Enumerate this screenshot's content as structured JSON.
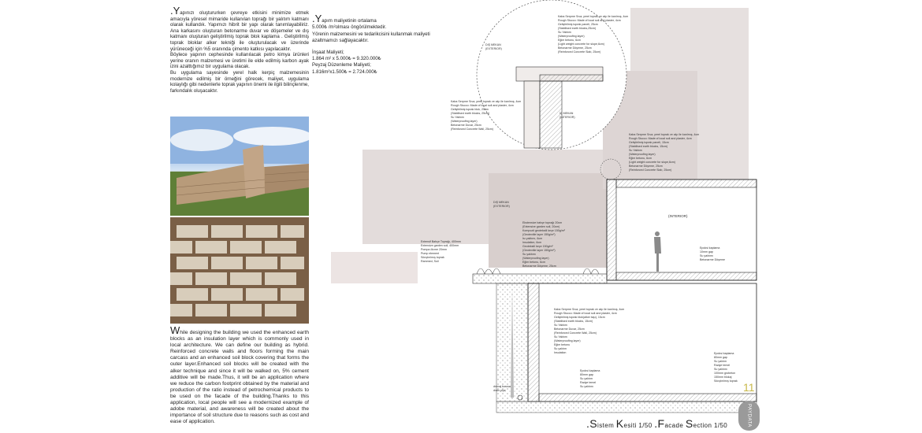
{
  "left": {
    "intro_cap": ".Y",
    "intro_body": "apınızı oluştururken çevreye etkisini minimize etmek amacıyla yöresel mimaride kullanılan toprağı bir yalıtım katmanı olarak kullandık. Yapımızı hibrit bir yapı olarak tanımlayabiliriz. Ana karkasını oluşturan betonarme duvar ve döşemeler ve dış katmanı oluşturan geliştirilmiş toprak blok kaplama . Geliştirilmiş toprak bloklar alker tekniği ile oluşturulacak ve üzerinde yürüneceği için %5 oranında çimento katkısı yapılacaktır.",
    "para2": "Böylece yapının cephesinde kullanılacak petro kimya ürünleri yerine oranın malzemesi ve üretimi ile elde edilmiş karbon ayak izini azalttığımız bir uygulama olacak.",
    "para3": "Bu uygulama sayesinde yerel halk kerpiç malzemesinin modernize edilmiş bir örneğini görecek, maliyet, uygulama kolaylığı gibi nedenlerle toprak yapının önemi ile ilgili bilinçlenme, farkındalık oluşacaktır.",
    "en_cap": "W",
    "en_body": "hile designing the building we used the enhanced earth blocks as an insulation layer which is commonly used in local architecture. We can define our building as hybrid. Reinforced concrete walls and floors forming the main carcass and an enhanced soil block covering that forms the outer layer.Enhanced soil blocks will be created with the alker technique and since it will be walked on, 5% cement additive will be made.Thus, it will be an application where we reduce the carbon footprint obtained by the material and production of the ratio instead of petrochemical products to be used on the facade of the building.Thanks to this application, local people will see a modernized example of adobe material, and awareness will be created about the importance of soil structure due to reasons such as cost and ease of application."
  },
  "mid": {
    "cost_cap": ".Y",
    "cost_title": "apım maliyetinin ortalama",
    "cost_line1": "5.000₺ /m²olması öngörülmektedir.",
    "cost_line2": "Yörenin malzemesini ve tedarikcisini kullanmak maliyeti azaltmamızı sağlayacaktır.",
    "insaat_label": "İnşaat Maliyeti;",
    "insaat_calc": "1.864 m² x 5.000₺ = 9.320.000₺",
    "peyzaj_label": "Peyzaj Düzenleme Maliyeti;",
    "peyzaj_calc": "1.816m²x1.500₺ = 2.724.000₺"
  },
  "drawing": {
    "dis_mekan": "DIŞ MEKAN",
    "exterior": "(EXTERIOR)",
    "ic_mekan": "İÇ MEKAN",
    "interior_tr": "(INTERIOR)",
    "interior": "(INTERIOR)",
    "section_mark": "A",
    "spec_top": [
      "Kaba Serpme Sıva; yerel toprak ve alçı ile karılmış, 4cm",
      "Rough Stucco: Made of local soil and plaster, 4cm",
      "Geliştirilmiş toprak paneli, 25cm",
      "(Stabilised earth blocks,25cm)",
      "Su Yalıtımı",
      "(Waterproofing layer)",
      "Eğim betonu, 6cm",
      "(Light weight concrete for slope,6cm)",
      "Betonarme Döşeme, 25cm",
      "(Reinforced Concrete Slab, 25cm)"
    ],
    "spec_wall": [
      "Kaba Serpme Sıva; yerel toprak ve alçı ile karılmış, 4cm",
      "Rough Stucco: Made of local soil and plaster, 4cm",
      "Geliştirilmiş toprak blok, 25cm",
      "(Stabilised earth blocks, 25cm)",
      "Su Yalıtımı",
      "(Waterproofing layer)",
      "Betonarme Duvar, 25cm",
      "(Reinforced Concrete Wall, 25cm)"
    ],
    "spec_right": [
      "Kaba Serpme Sıva; yerel toprak ve alçı ile karılmış, 4cm",
      "Rough Stucco: Made of local soil and plaster, 4cm",
      "Geliştirilmiş toprak paneli, 15cm",
      "(Stabilised earth blocks, 15cm)",
      "Su Yalıtımı",
      "(Waterproofing layer)",
      "Eğim betonu, 6cm",
      "(Light weight concrete for slope,6cm)",
      "Betonarme Döşeme, 25cm",
      "(Reinforced Concrete Slab, 25cm)"
    ],
    "spec_roof_garden": [
      "Ekstensive bahçe toprağı 20cm",
      "(Extensive garden soil, 20cm)",
      "Kompozit geotekstil keçe 150g/m²",
      "(Geotextile layer 150g/m²)",
      "Isı yalıtımı, 6cm",
      "Insulation, 6cm",
      "Geotekstil keçe 150g/m²",
      "(Geotextile layer 150g/m²)",
      "Su yalıtımı",
      "(Waterproofing layer)",
      "Eğim betonu, 6cm",
      "Betonarme Döşeme, 25cm"
    ],
    "spec_gravel": [
      "Extensif Bahçe Toprağı, 400mm",
      "Extensive garden soil, 400mm",
      "Pompa ölcme 20mm",
      "Pump element",
      "Sıkıştırılmış toprak",
      "Rammed, Soil"
    ],
    "spec_floor_right": [
      "Epoksi kaplama",
      "10mm gap",
      "Su yalıtımı",
      "Betonarme Döşeme"
    ],
    "spec_floor_low": [
      "Epoksi kaplama",
      "80mm gap",
      "Su yalıtım",
      "Radye temel",
      "Su yalıtımı",
      "100mm grobeton",
      "150mm blokaj",
      "Sıkıştırılmış toprak"
    ],
    "spec_low_wall": [
      "Kaba Serpme Sıva; yerel toprak ve alçı ile karılmış, 4cm",
      "Rough Stucco: Made of local soil and plaster, 4cm",
      "Geliştirilmiş toprak blok(alker taşı), 15cm",
      "(Stabilised earth blocks, 15cm)",
      "Su Yalıtımı",
      "Betonarme Duvar, 25cm",
      "(Reinforced Concrete Wall, 25cm)",
      "Su Yalıtımı",
      "(Waterproofing layer)",
      "Eğim betonu",
      "Su yalıtım",
      "Insulation"
    ],
    "drain_pipe": [
      "drenaj borusu",
      "drain pipe"
    ]
  },
  "footer": {
    "caption_cap1": ".S",
    "caption_w1": "istem ",
    "caption_cap2": "K",
    "caption_w2": "esiti 1/50 ",
    "caption_cap3": ".F",
    "caption_w3": "acade ",
    "caption_cap4": "S",
    "caption_w4": "ection 1/50",
    "page_number": "11",
    "logo_text": "PAYDATA"
  }
}
